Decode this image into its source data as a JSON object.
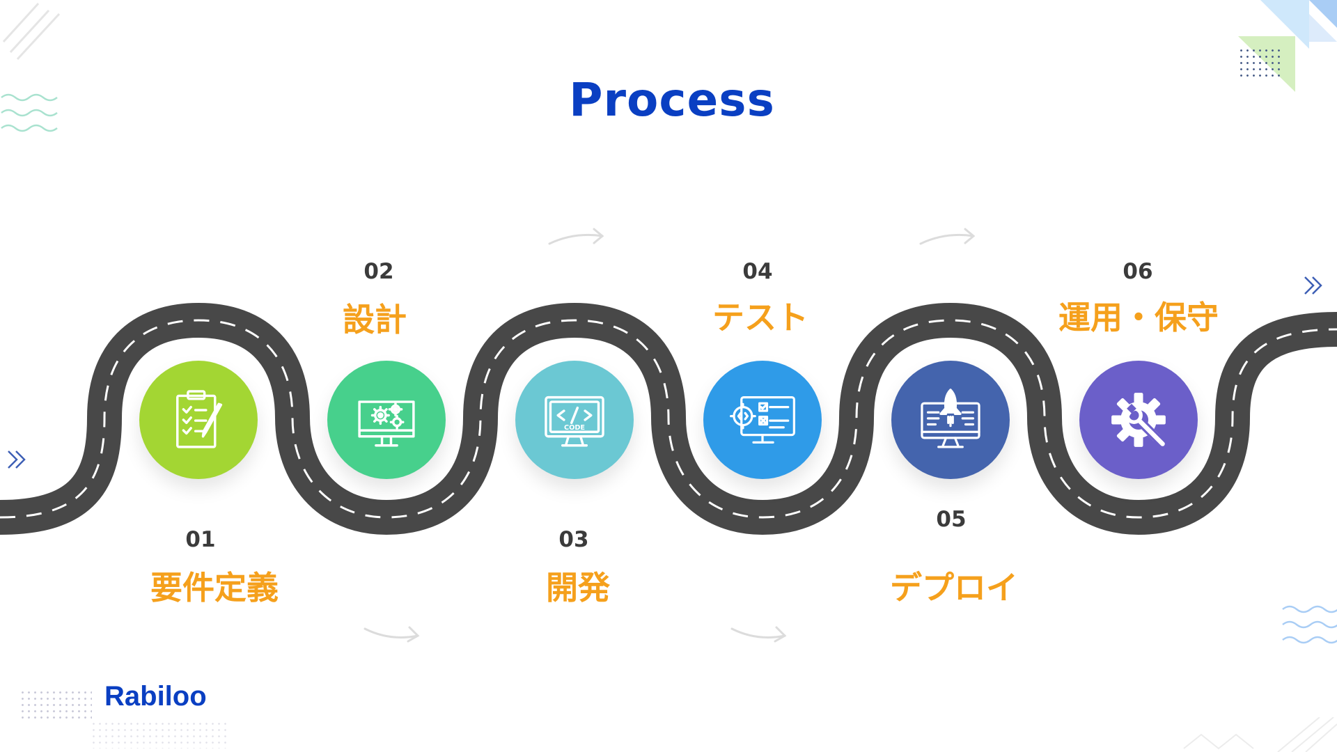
{
  "title": "Process",
  "brand": "Rabiloo",
  "colors": {
    "title": "#0a3fc2",
    "step_label": "#f5a01c",
    "step_number": "#3b3b3b",
    "road": "#484848",
    "road_dash": "#ffffff"
  },
  "steps": [
    {
      "number": "01",
      "label": "要件定義",
      "icon": "clipboard-checklist-icon",
      "color": "#a3d633"
    },
    {
      "number": "02",
      "label": "設計",
      "icon": "monitor-gears-icon",
      "color": "#47d08c"
    },
    {
      "number": "03",
      "label": "開発",
      "icon": "code-monitor-icon",
      "color": "#6bc8d3"
    },
    {
      "number": "04",
      "label": "テスト",
      "icon": "test-monitor-checklist-icon",
      "color": "#2f9be8"
    },
    {
      "number": "05",
      "label": "デプロイ",
      "icon": "rocket-monitor-icon",
      "color": "#4464ad"
    },
    {
      "number": "06",
      "label": "運用・保守",
      "icon": "gear-wrench-icon",
      "color": "#6b5fc9"
    }
  ]
}
